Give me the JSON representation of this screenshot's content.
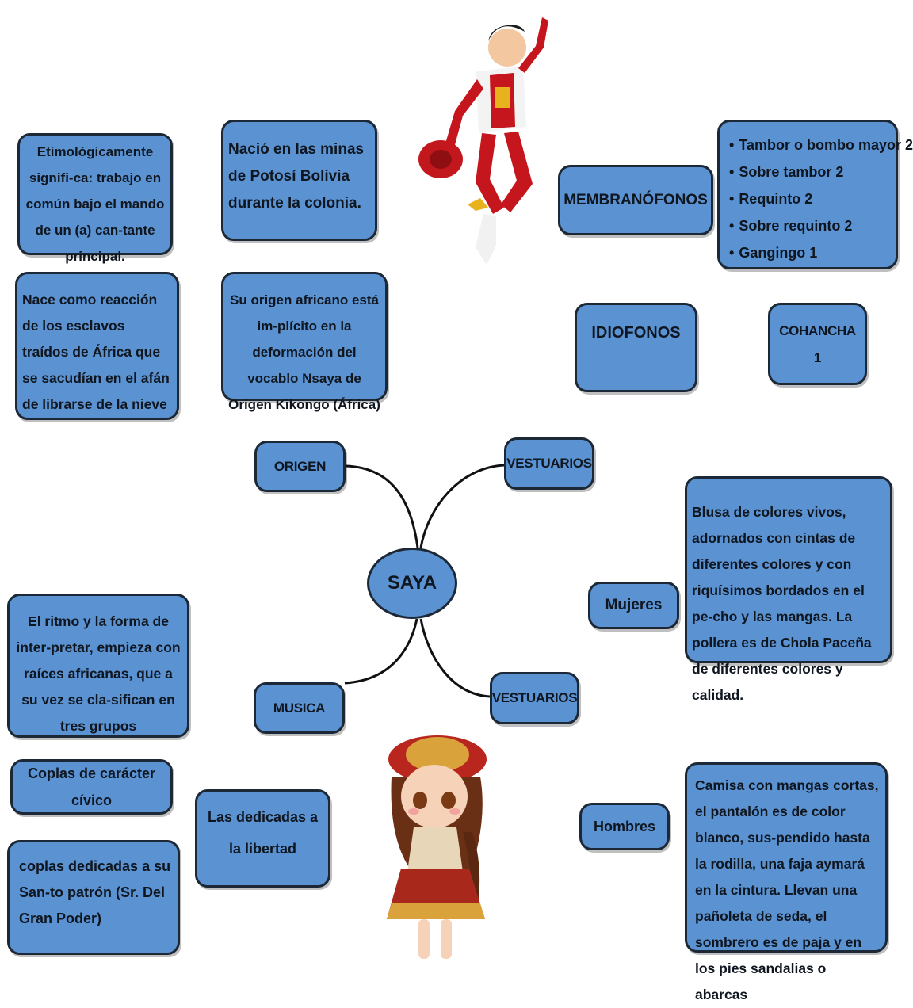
{
  "center": "SAYA",
  "branches": {
    "origen": "ORIGEN",
    "vestuarios_top": "VESTUARIOS",
    "musica": "MUSICA",
    "vestuarios_bottom": "VESTUARIOS"
  },
  "origen_boxes": {
    "etimologia": "Etimológicamente signifi-ca: trabajo en común bajo el mando de un (a) can-tante principal.",
    "nacio": "Nació en las minas de Potosí Bolivia durante la colonia.",
    "reaccion": "Nace como reacción de los esclavos traídos de África que se sacudían en el afán de librarse de la nieve",
    "africano": "Su origen africano está im-plícito en la deformación del vocablo Nsaya de Origen Kikongo (África)"
  },
  "instrumentos": {
    "membranofonos": "MEMBRANÓFONOS",
    "membranofonos_list": [
      "Tambor o bombo mayor 2",
      "Sobre tambor 2",
      "Requinto 2",
      "Sobre requinto 2",
      "Gangingo 1"
    ],
    "idiofonos": "IDIOFONOS",
    "cohancha": "COHANCHA 1"
  },
  "vestuario": {
    "mujeres_label": "Mujeres",
    "mujeres_text": "Blusa de colores vivos, adornados con cintas de diferentes colores y con riquísimos bordados en el pe-cho y las mangas. La pollera es de Chola Paceña de diferentes colores y calidad.",
    "hombres_label": "Hombres",
    "hombres_text": "Camisa con mangas cortas, el pantalón es de color blanco, sus-pendido hasta la rodilla, una faja aymará en la cintura. Llevan una pañoleta de seda, el sombrero es de paja y en los pies sandalias o abarcas"
  },
  "musica_boxes": {
    "ritmo": "El ritmo y la forma de inter-pretar, empieza con raíces africanas, que a su vez se cla-sifican en tres grupos",
    "coplas_civico": "Coplas de carácter cívico",
    "libertad": "Las dedicadas a la libertad",
    "santo": "coplas dedicadas a su San-to patrón (Sr. Del Gran Poder)"
  },
  "colors": {
    "box_fill": "#5b93d2",
    "box_border": "#1c2836",
    "connector": "#111111"
  },
  "illustrations": [
    "caporal-dancer-figure",
    "cholita-dancer-figure"
  ]
}
